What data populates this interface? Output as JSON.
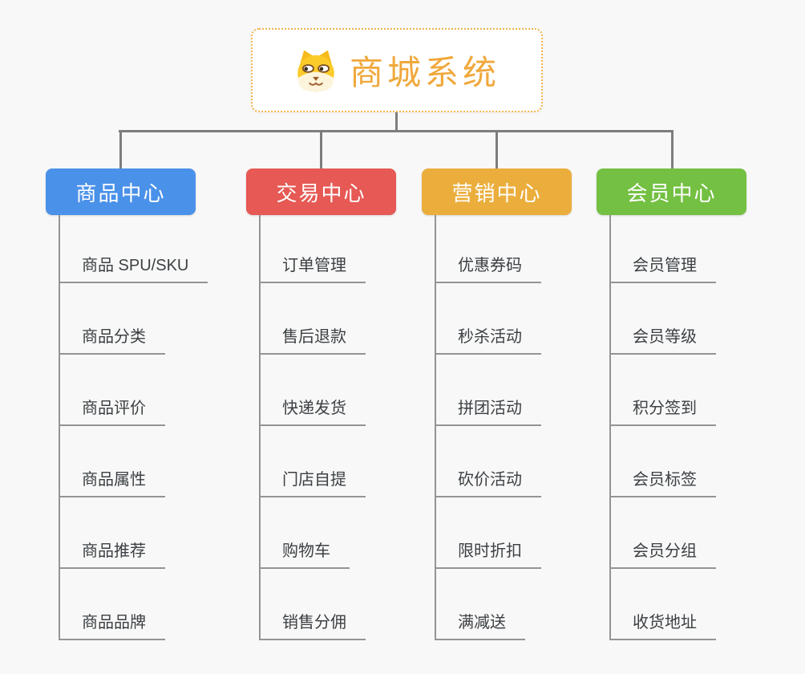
{
  "diagram": {
    "background": "#f8f8f8",
    "connector_color": "#7d7d7d",
    "child_connector_color": "#949494"
  },
  "root": {
    "title": "商城系统",
    "icon": "dog-face-icon",
    "text_color": "#F0A83C",
    "border_color": "#F3B34C",
    "background": "#ffffff"
  },
  "branches": [
    {
      "id": "product-center",
      "label": "商品中心",
      "color": "#4A91E9",
      "children": [
        "商品 SPU/SKU",
        "商品分类",
        "商品评价",
        "商品属性",
        "商品推荐",
        "商品品牌"
      ]
    },
    {
      "id": "trade-center",
      "label": "交易中心",
      "color": "#E65954",
      "children": [
        "订单管理",
        "售后退款",
        "快递发货",
        "门店自提",
        "购物车",
        "销售分佣"
      ]
    },
    {
      "id": "marketing-center",
      "label": "营销中心",
      "color": "#EBAE3C",
      "children": [
        "优惠券码",
        "秒杀活动",
        "拼团活动",
        "砍价活动",
        "限时折扣",
        "满减送"
      ]
    },
    {
      "id": "member-center",
      "label": "会员中心",
      "color": "#74C043",
      "children": [
        "会员管理",
        "会员等级",
        "积分签到",
        "会员标签",
        "会员分组",
        "收货地址"
      ]
    }
  ]
}
